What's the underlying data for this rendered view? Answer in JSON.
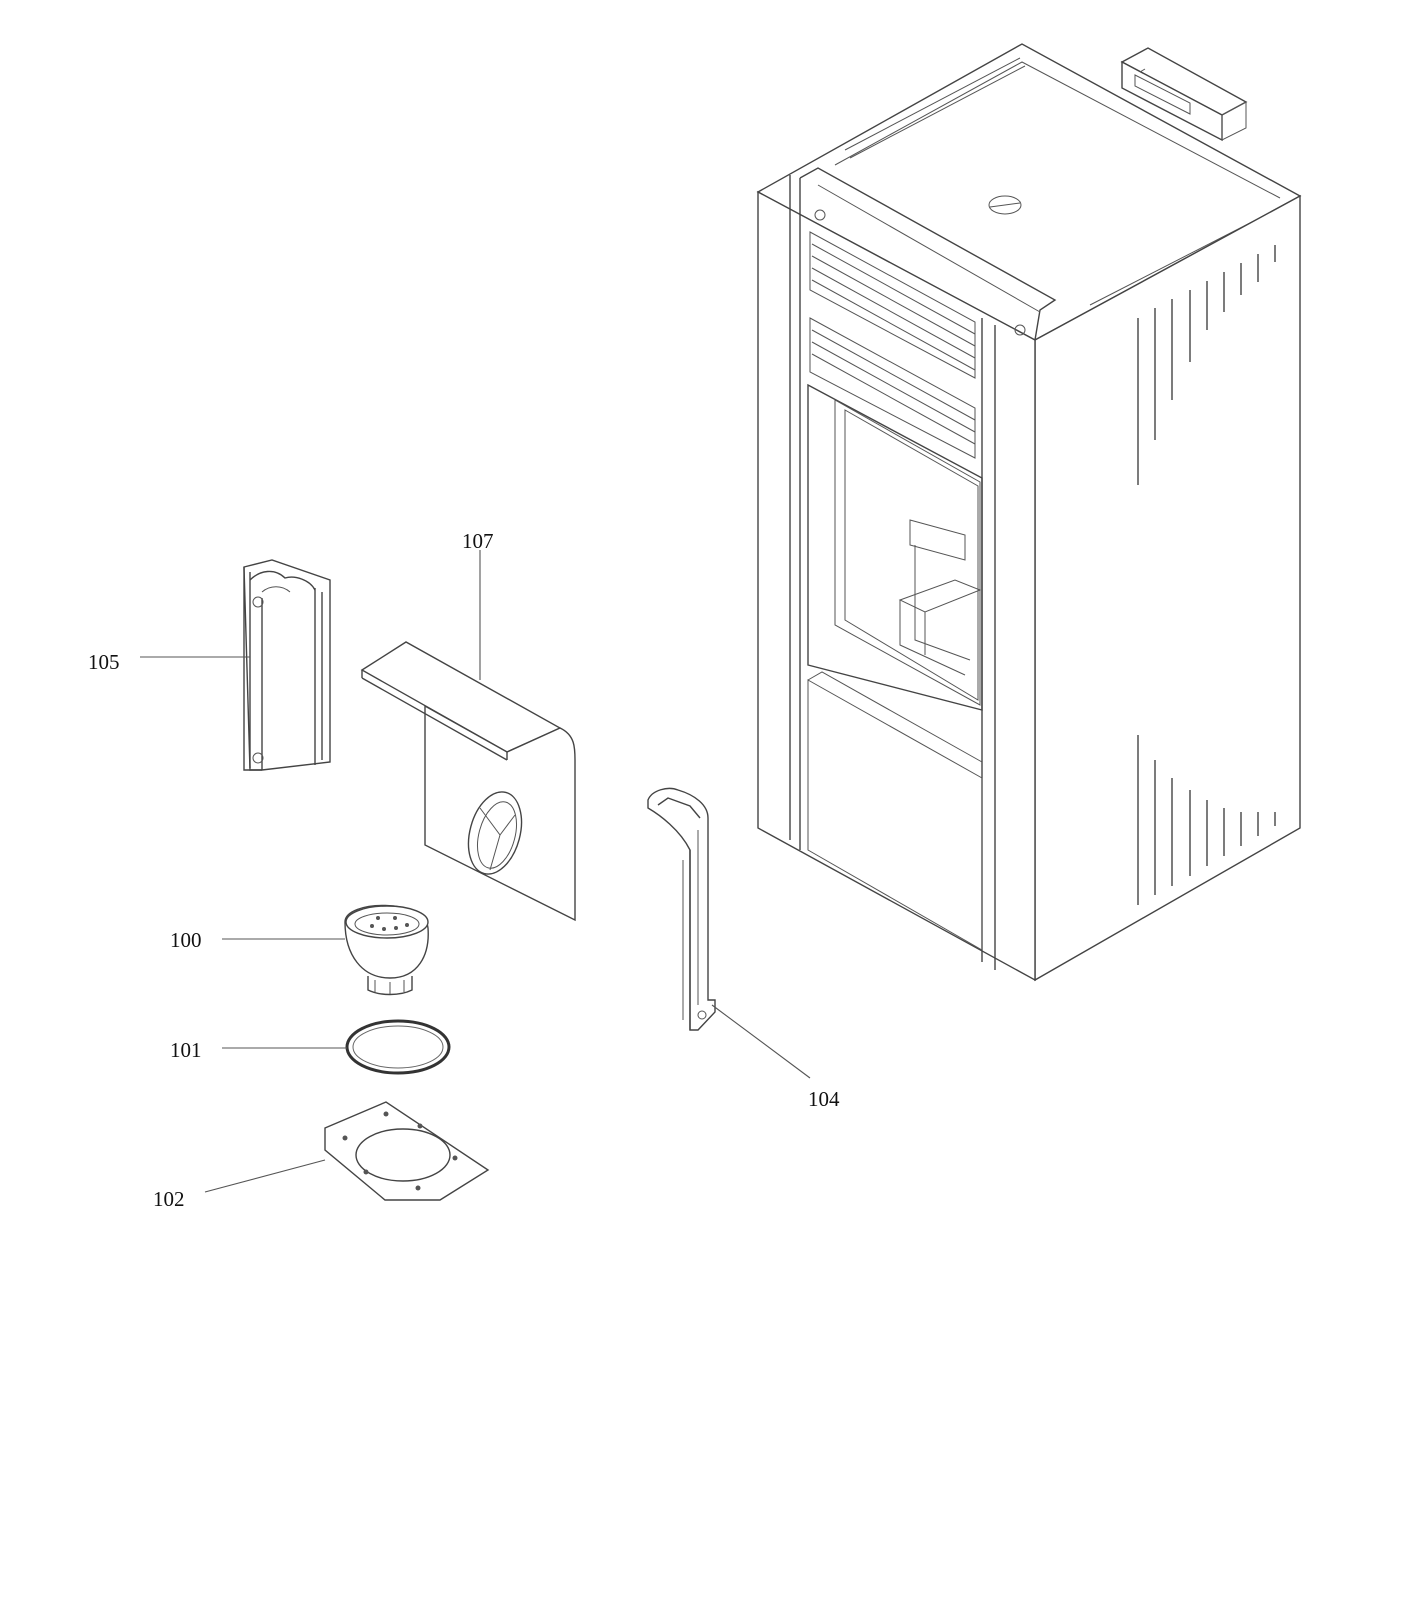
{
  "diagram": {
    "callouts": [
      {
        "id": "105",
        "text": "105"
      },
      {
        "id": "107",
        "text": "107"
      },
      {
        "id": "100",
        "text": "100"
      },
      {
        "id": "101",
        "text": "101"
      },
      {
        "id": "102",
        "text": "102"
      },
      {
        "id": "104",
        "text": "104"
      }
    ],
    "parts": {
      "stove": "stove-body",
      "control_panel": "display-panel",
      "fire_door": "fire-door-window"
    }
  }
}
